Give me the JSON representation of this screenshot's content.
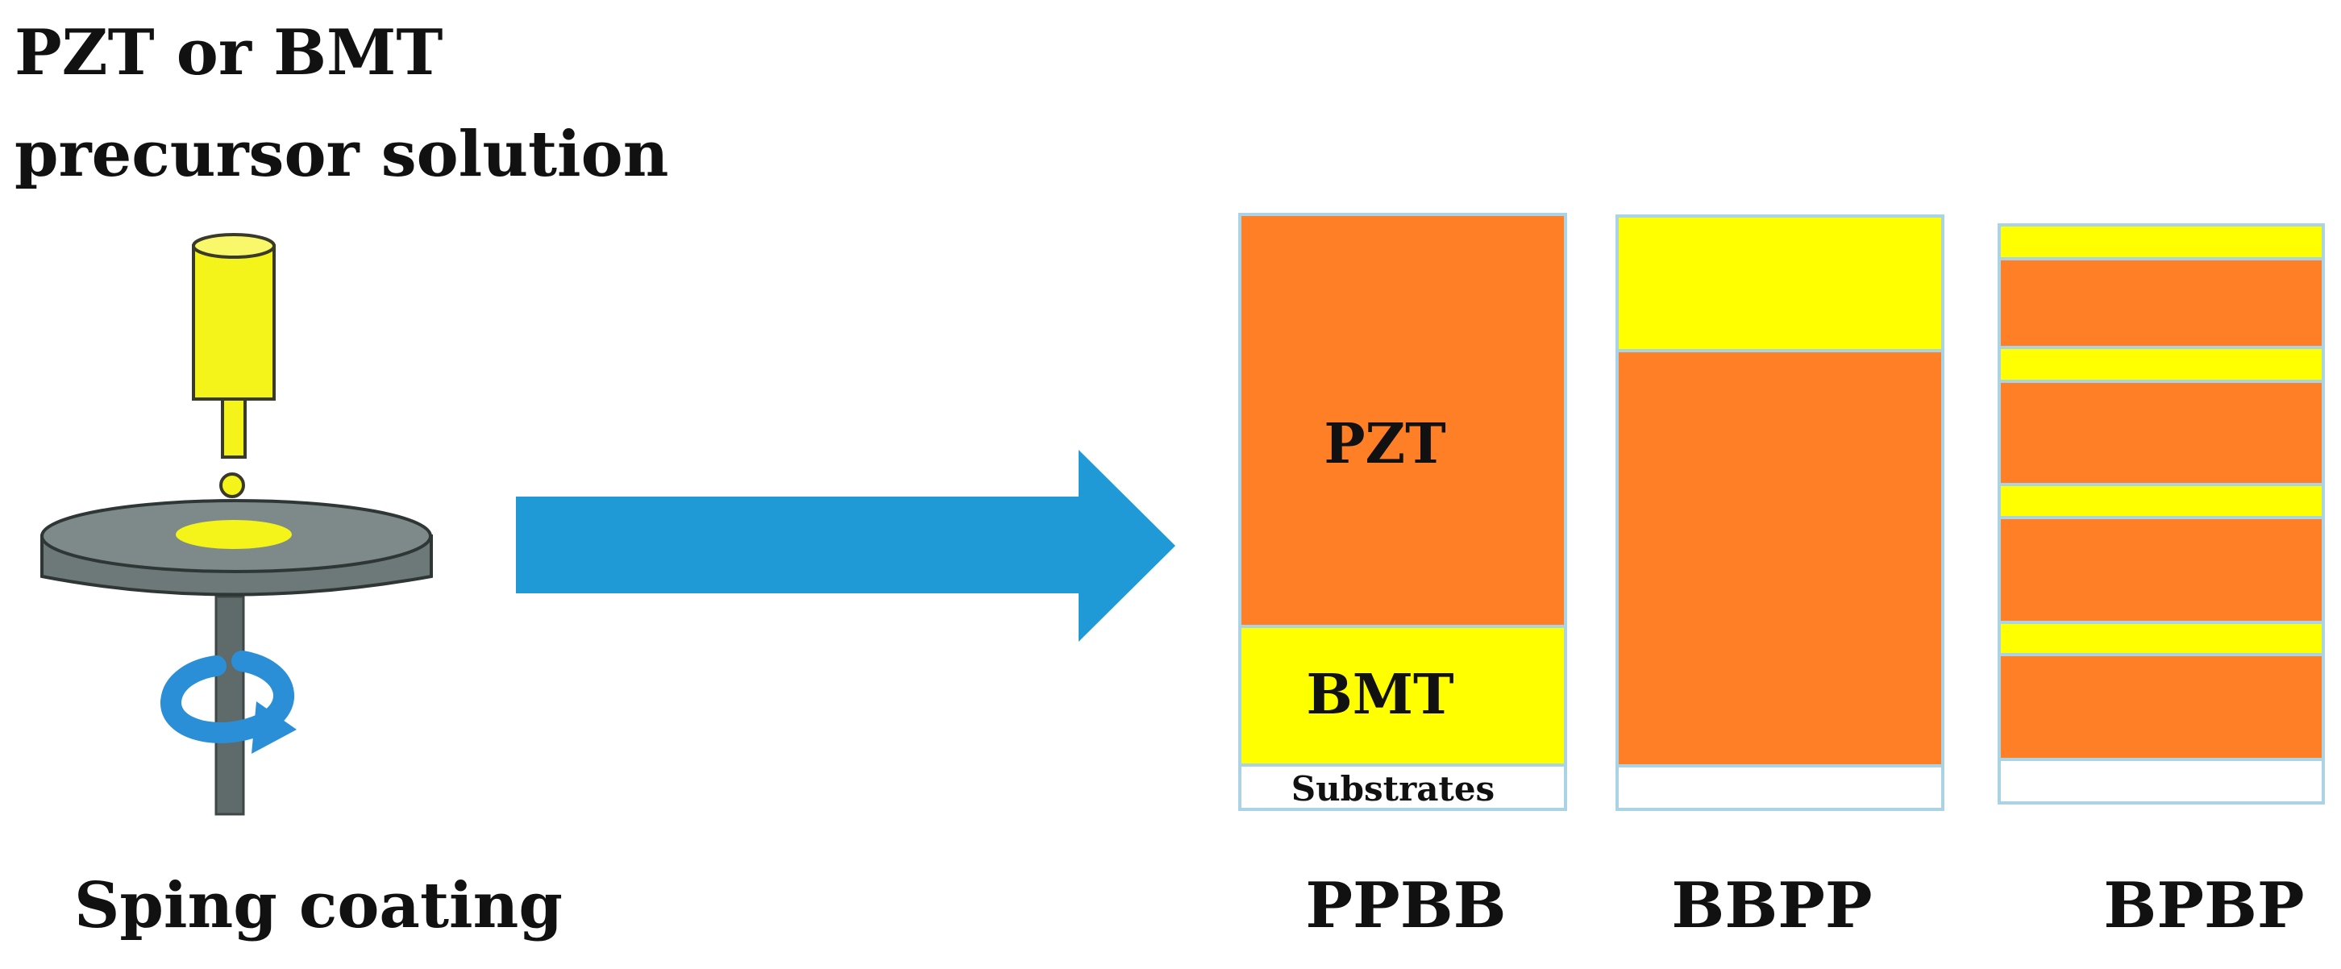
{
  "title": {
    "line1": "PZT or BMT",
    "line2": "precursor solution"
  },
  "spin_label": "Sping coating",
  "layer_labels": {
    "pzt": "PZT",
    "bmt": "BMT",
    "substrate": "Substrates"
  },
  "stacks": [
    {
      "name": "PPBB",
      "layers_top_to_bottom": [
        "PZT",
        "BMT",
        "Substrate"
      ]
    },
    {
      "name": "BBPP",
      "layers_top_to_bottom": [
        "BMT",
        "PZT",
        "Substrate"
      ]
    },
    {
      "name": "BPBP",
      "layers_top_to_bottom": [
        "BMT",
        "PZT",
        "BMT",
        "PZT",
        "BMT",
        "PZT",
        "BMT",
        "PZT",
        "Substrate"
      ]
    }
  ],
  "colors": {
    "pzt": "#ff7f27",
    "bmt": "#ffff00",
    "substrate": "#ffffff",
    "layer_border": "#aad4e6",
    "arrow": "#1f9ad6",
    "disk": "#6d7878",
    "disk_top": "#7e8a8a",
    "spin_arrow": "#2b8fd8",
    "pipette": "#f4f41a"
  },
  "icons": {
    "pipette": "pipette-icon",
    "spin_disk": "spin-coater-disk-icon",
    "rotation": "rotation-arrow-icon",
    "process_arrow": "right-arrow-icon"
  }
}
